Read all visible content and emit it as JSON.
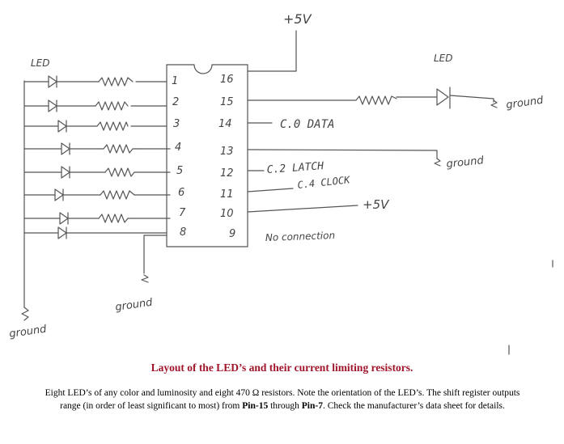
{
  "diagram": {
    "supply_top": "+5V",
    "supply_right": "+5V",
    "led_label_left": "LED",
    "led_label_right": "LED",
    "ground_labels": [
      "ground",
      "ground",
      "ground",
      "ground"
    ],
    "left_pins": [
      "1",
      "2",
      "3",
      "4",
      "5",
      "6",
      "7",
      "8"
    ],
    "right_pins": [
      "16",
      "15",
      "14",
      "13",
      "12",
      "11",
      "10",
      "9"
    ],
    "pin14_label": "C.0 DATA",
    "pin12_label": "C.2 LATCH",
    "pin11_label": "C.4 CLOCK",
    "pin9_label": "No connection"
  },
  "caption": "Layout of the LED’s and their current limiting resistors.",
  "description": {
    "line1": "Eight LED’s of any color and luminosity and eight 470 Ω resistors.  Note the orientation of the LED’s.  The shift register outputs",
    "line2_a": "range (in order of least significant to most) from ",
    "pin_first": "Pin-15",
    "line2_b": " through ",
    "pin_last": "Pin-7",
    "line2_c": ".  Check the manufacturer’s data sheet for details."
  }
}
